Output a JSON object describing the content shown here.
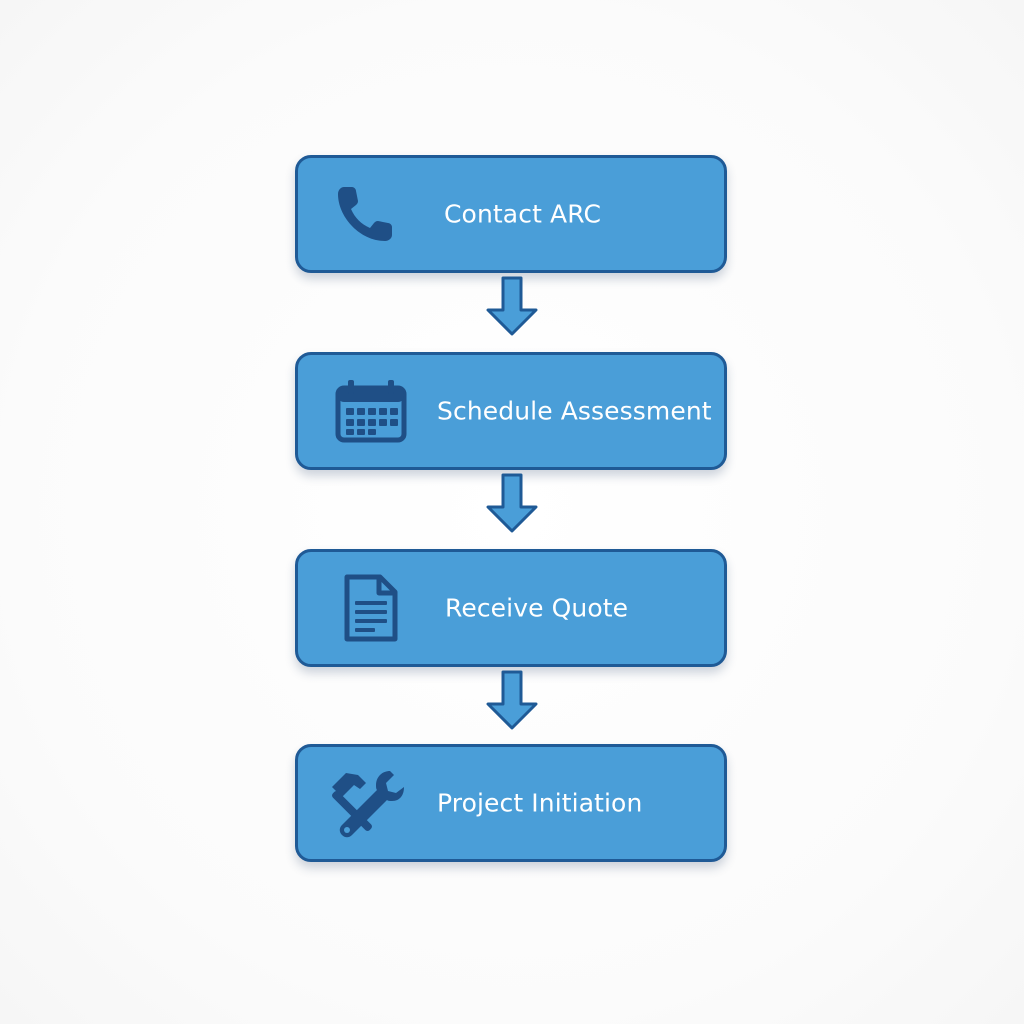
{
  "flow": {
    "steps": [
      {
        "label": "Contact ARC",
        "icon": "phone-icon"
      },
      {
        "label": "Schedule Assessment",
        "icon": "calendar-icon"
      },
      {
        "label": "Receive Quote",
        "icon": "document-icon"
      },
      {
        "label": "Project Initiation",
        "icon": "tools-icon"
      }
    ]
  },
  "colors": {
    "box_fill": "#4a9ed8",
    "box_border": "#1f5a96",
    "icon": "#1f4f86",
    "arrow_fill": "#4a9ed8",
    "arrow_border": "#1f5a96",
    "text": "#ffffff"
  }
}
